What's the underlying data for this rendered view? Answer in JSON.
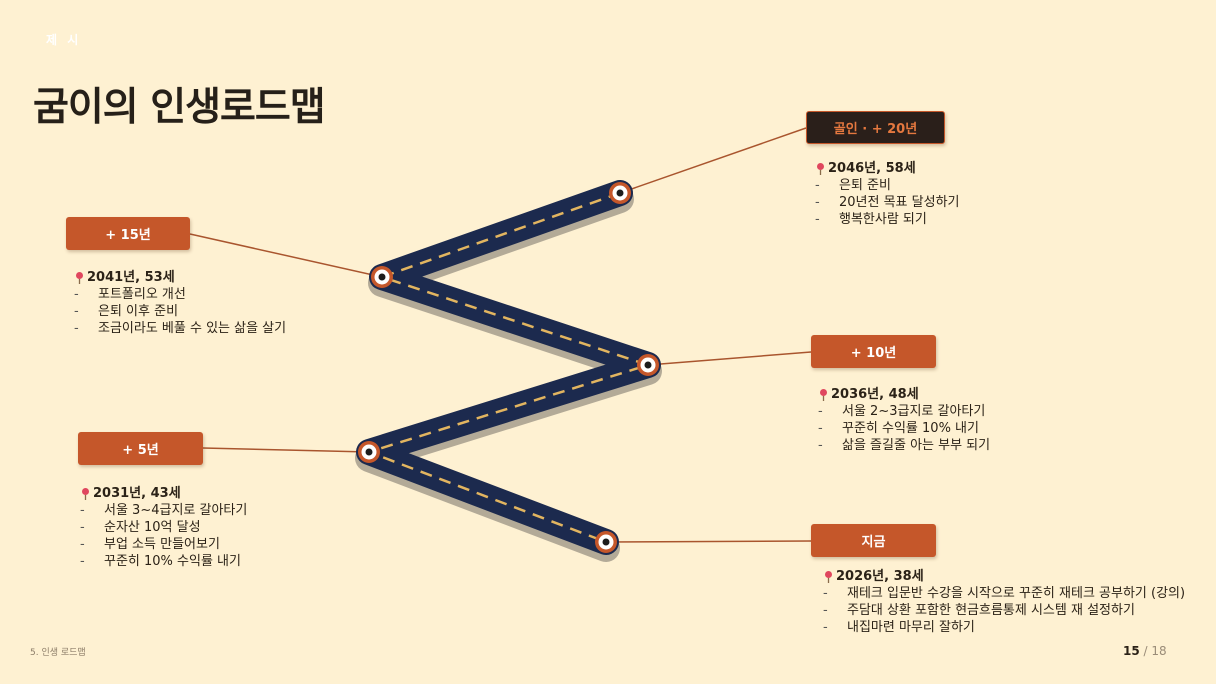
{
  "corner_label": "제 시",
  "title": "굼이의 인생로드맵",
  "milestones": [
    {
      "label": "골인 · + 20년",
      "heading": "2046년, 58세",
      "items": [
        "은퇴 준비",
        "20년전 목표 달성하기",
        "행복한사람 되기"
      ]
    },
    {
      "label": "+ 15년",
      "heading": "2041년, 53세",
      "items": [
        "포트폴리오 개선",
        "은퇴 이후 준비",
        "조금이라도 베풀 수 있는 삶을 살기"
      ]
    },
    {
      "label": "+ 10년",
      "heading": "2036년, 48세",
      "items": [
        "서울 2~3급지로 갈아타기",
        "꾸준히 수익률 10% 내기",
        "삶을 즐길줄 아는 부부 되기"
      ]
    },
    {
      "label": "+ 5년",
      "heading": "2031년, 43세",
      "items": [
        "서울 3~4급지로 갈아타기",
        "순자산 10억 달성",
        "부업 소득 만들어보기",
        "꾸준히 10% 수익률 내기"
      ]
    },
    {
      "label": "지금",
      "heading": "2026년, 38세",
      "items": [
        "재테크 입문반 수강을 시작으로 꾸준히 재테크 공부하기 (강의)",
        "주담대 상환 포함한 현금흐름통제 시스템 재 설정하기",
        "내집마련 마무리 잘하기"
      ]
    }
  ],
  "footer": {
    "section": "5. 인생 로드맵",
    "page_current": "15",
    "page_separator": "/",
    "page_total": "18"
  },
  "colors": {
    "background": "#fef1d2",
    "label_orange": "#c5572a",
    "label_dark": "#2a1f1a",
    "road": "#1c2a4e",
    "road_dash": "#e2b560",
    "connector": "#a9552e"
  }
}
